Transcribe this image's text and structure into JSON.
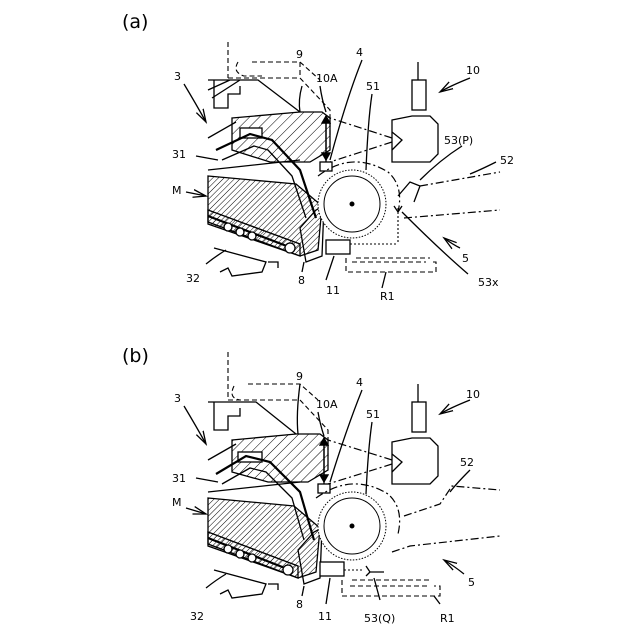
{
  "figure": {
    "panels": [
      {
        "id": "a",
        "label": "(a)",
        "refs": {
          "r3": "3",
          "r9": "9",
          "r4": "4",
          "r10A": "10A",
          "r51": "51",
          "r10": "10",
          "r53": "53(P)",
          "r52": "52",
          "r31": "31",
          "rM": "M",
          "r5": "5",
          "r53x": "53x",
          "r32": "32",
          "r8": "8",
          "r11": "11",
          "rR1": "R1"
        }
      },
      {
        "id": "b",
        "label": "(b)",
        "refs": {
          "r3": "3",
          "r9": "9",
          "r4": "4",
          "r10A": "10A",
          "r51": "51",
          "r10": "10",
          "r53": "53(Q)",
          "r52": "52",
          "r31": "31",
          "rM": "M",
          "r5": "5",
          "r32": "32",
          "r8": "8",
          "r11": "11",
          "rR1": "R1"
        }
      }
    ]
  }
}
